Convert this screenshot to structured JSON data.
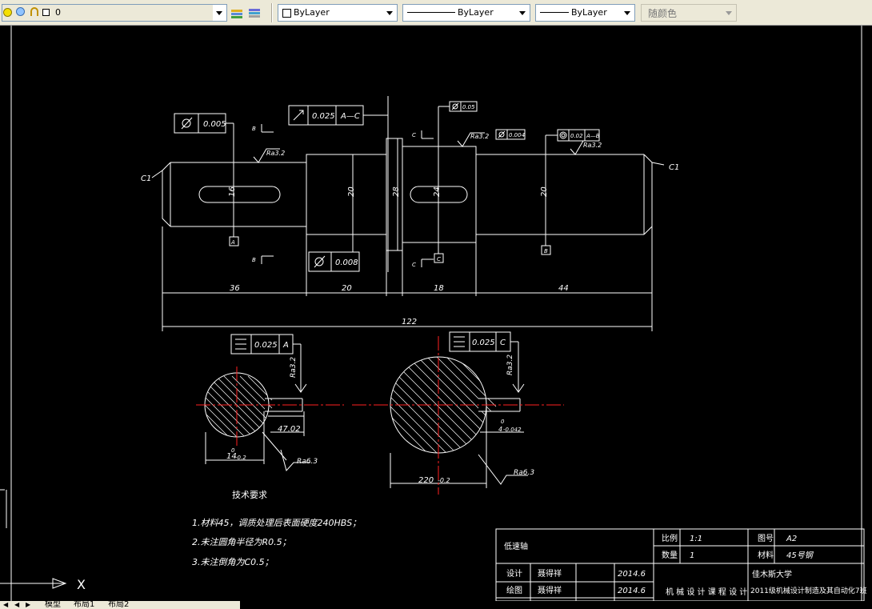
{
  "toolbar": {
    "layer_name": "0",
    "color": "ByLayer",
    "linetype": "ByLayer",
    "lineweight": "ByLayer",
    "plotstyle": "随颜色"
  },
  "drawing": {
    "shaft_labels": {
      "chamfer_left": "C1",
      "chamfer_right": "C1",
      "dia_16": "16",
      "dia_20_a": "20",
      "dia_28": "28",
      "dia_24": "24",
      "dia_20_b": "20",
      "datum_a": "A",
      "datum_c": "C",
      "datum_b": "B",
      "sec_b_top": "B",
      "sec_b_bot": "B",
      "sec_c_top": "C",
      "sec_c_bot": "C"
    },
    "gdt": {
      "circ_runout_value": "0.005",
      "total_runout_value": "0.025",
      "total_runout_datum": "A—C",
      "cyl_top_value": "0.05",
      "cyl_right_value": "0.004",
      "coax_value": "0.02",
      "coax_datum": "A—B",
      "cyl_bottom_value": "0.008",
      "sym_left_value": "0.025",
      "sym_left_datum": "A",
      "sym_right_value": "0.025",
      "sym_right_datum": "C"
    },
    "roughness": {
      "r1": "Ra3.2",
      "r2": "Ra3.2",
      "r3": "Ra3.2",
      "r4": "Ra3.2",
      "r5": "Ra3.2",
      "r6": "Ra6.3",
      "r7": "Ra6.3"
    },
    "dims": {
      "d36": "36",
      "d20": "20",
      "d18": "18",
      "d44": "44",
      "d122": "122",
      "sec_left_depth": "47.02",
      "sec_left_width": "14",
      "sec_left_tol": "-0.2",
      "sec_left_tol0": "0",
      "sec_right_width": "4",
      "sec_right_tol": "-0.042",
      "sec_right_tol0": "0",
      "sec_right_depth": "220",
      "sec_right_depth_tol": "-0.2"
    },
    "notes": {
      "title": "技术要求",
      "n1": "1.材料45，调质处理后表面硬度240HBS；",
      "n2": "2.未注圆角半径为R0.5；",
      "n3": "3.未注倒角为C0.5；"
    },
    "title_block": {
      "part_name": "低速轴",
      "scale_label": "比例",
      "scale_value": "1:1",
      "drawing_no_label": "图号",
      "drawing_no_value": "A2",
      "quantity_label": "数量",
      "quantity_value": "1",
      "material_label": "材料",
      "material_value": "45号钢",
      "design_label": "设计",
      "design_name": "聂得祥",
      "design_date": "2014.6",
      "draw_label": "绘图",
      "draw_name": "聂得祥",
      "draw_date": "2014.6",
      "course": "机 械 设 计 课 程 设 计",
      "school": "佳木斯大学",
      "class": "2011级机械设计制造及其自动化7班"
    }
  },
  "ucs_label": "X",
  "tabs": {
    "model": "模型",
    "layout1": "布局1",
    "layout2": "布局2"
  }
}
